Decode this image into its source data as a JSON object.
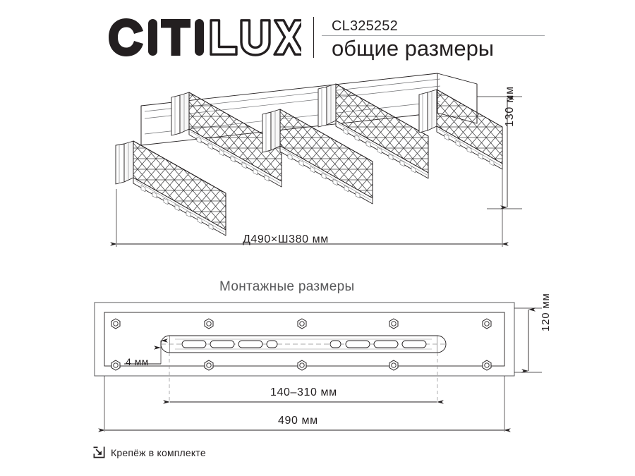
{
  "header": {
    "logo_text_solid": "CITI",
    "logo_text_outline": "LUX",
    "product_code": "CL325252",
    "title": "общие размеры"
  },
  "main_view": {
    "dimension_width_label": "Д490×Ш380 мм",
    "dimension_height_label": "130 мм"
  },
  "mounting_view": {
    "title": "Монтажные размеры",
    "dimension_thickness_label": "4 мм",
    "dimension_range_label": "140–310 мм",
    "dimension_total_label": "490 мм",
    "dimension_depth_label": "120 мм"
  },
  "footer": {
    "icon": "included-arrow-box-icon",
    "note": "Крепёж в комплекте"
  },
  "colors": {
    "ink": "#231f20",
    "line": "#58595b",
    "thin_line": "#a7a9ac",
    "background": "#ffffff"
  }
}
